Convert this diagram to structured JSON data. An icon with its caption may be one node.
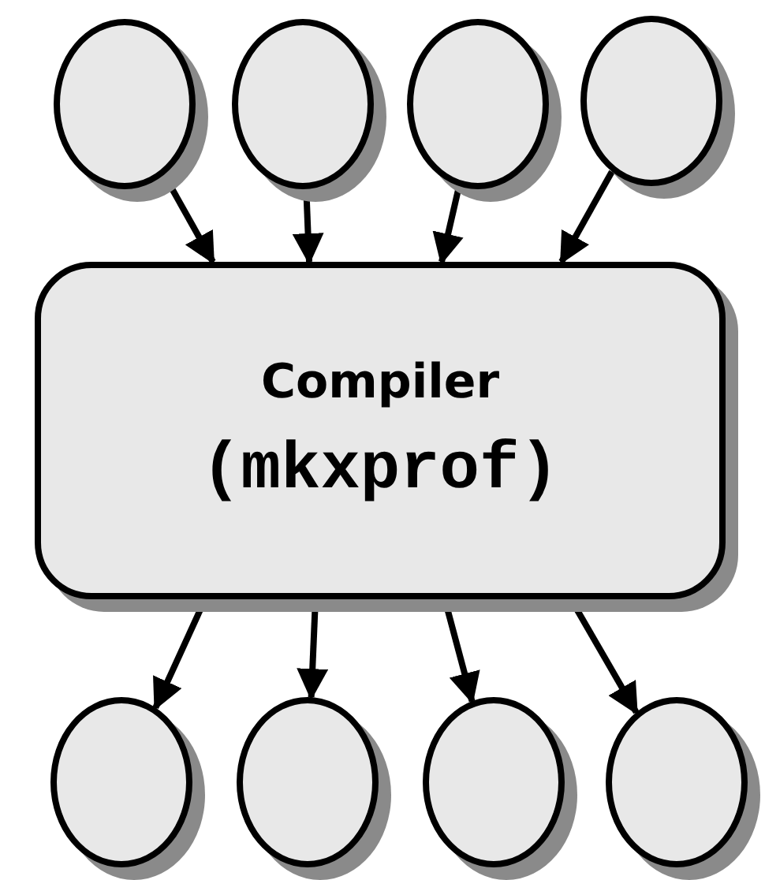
{
  "diagram": {
    "nodes": [
      {
        "text": [],
        "shape": "circle"
      },
      {
        "text": [],
        "shape": "circle"
      },
      {
        "text": [],
        "shape": "circle"
      },
      {
        "text": [],
        "shape": "circle"
      },
      {
        "text": [
          "Compiler",
          "(mkxprof)"
        ]
      },
      {
        "text": [],
        "shape": "circle"
      },
      {
        "text": [],
        "shape": "circle"
      },
      {
        "text": [],
        "shape": "circle"
      },
      {
        "text": [],
        "shape": "circle"
      }
    ],
    "edges": [
      {
        "from": 0,
        "to": 4,
        "arrow": "to"
      },
      {
        "from": 1,
        "to": 4,
        "arrow": "to"
      },
      {
        "from": 2,
        "to": 4,
        "arrow": "to"
      },
      {
        "from": 3,
        "to": 4,
        "arrow": "to"
      },
      {
        "from": 4,
        "to": 5,
        "arrow": "to"
      },
      {
        "from": 4,
        "to": 6,
        "arrow": "to"
      },
      {
        "from": 4,
        "to": 7,
        "arrow": "to"
      },
      {
        "from": 4,
        "to": 8,
        "arrow": "to"
      }
    ]
  }
}
